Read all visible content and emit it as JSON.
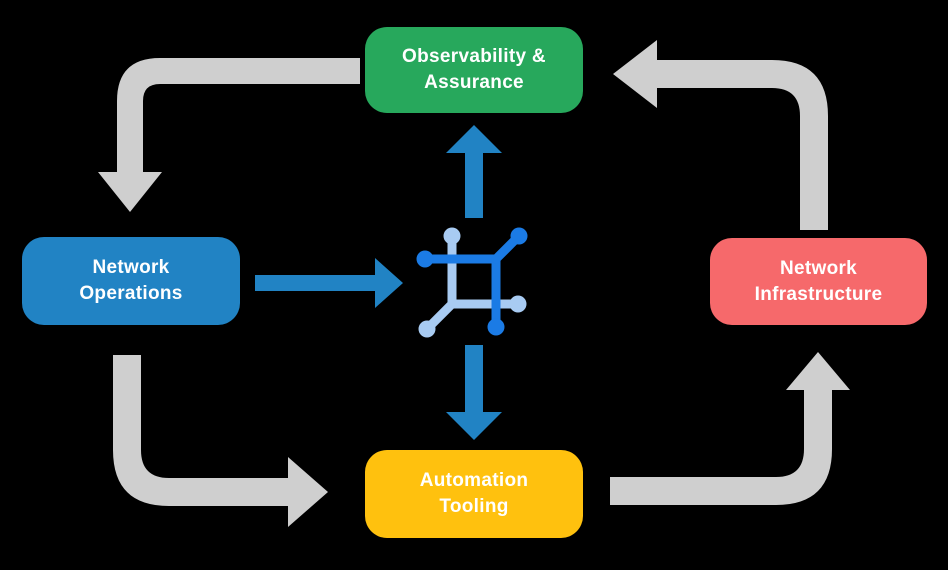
{
  "nodes": {
    "observability": {
      "line1": "Observability &",
      "line2": "Assurance",
      "color": "#27A85C"
    },
    "operations": {
      "line1": "Network",
      "line2": "Operations",
      "color": "#2183C4"
    },
    "infrastructure": {
      "line1": "Network",
      "line2": "Infrastructure",
      "color": "#F6696B"
    },
    "automation": {
      "line1": "Automation",
      "line2": "Tooling",
      "color": "#FFC10E"
    }
  },
  "center_icon": "network-mesh-icon",
  "edges": [
    {
      "from": "observability",
      "to": "operations",
      "style": "gray-elbow"
    },
    {
      "from": "operations",
      "to": "automation",
      "style": "gray-elbow"
    },
    {
      "from": "automation",
      "to": "infrastructure",
      "style": "gray-elbow"
    },
    {
      "from": "infrastructure",
      "to": "observability",
      "style": "gray-elbow"
    },
    {
      "from": "operations",
      "to": "center",
      "style": "blue-straight"
    },
    {
      "from": "center",
      "to": "observability",
      "style": "blue-straight"
    },
    {
      "from": "center",
      "to": "automation",
      "style": "blue-straight"
    }
  ],
  "colors": {
    "background": "#000000",
    "text": "#FFFFFF",
    "arrow_gray": "#CFCFCF",
    "arrow_blue": "#2183C4",
    "icon_dark_blue": "#1B7BE5",
    "icon_light_blue": "#A8CBF2"
  }
}
